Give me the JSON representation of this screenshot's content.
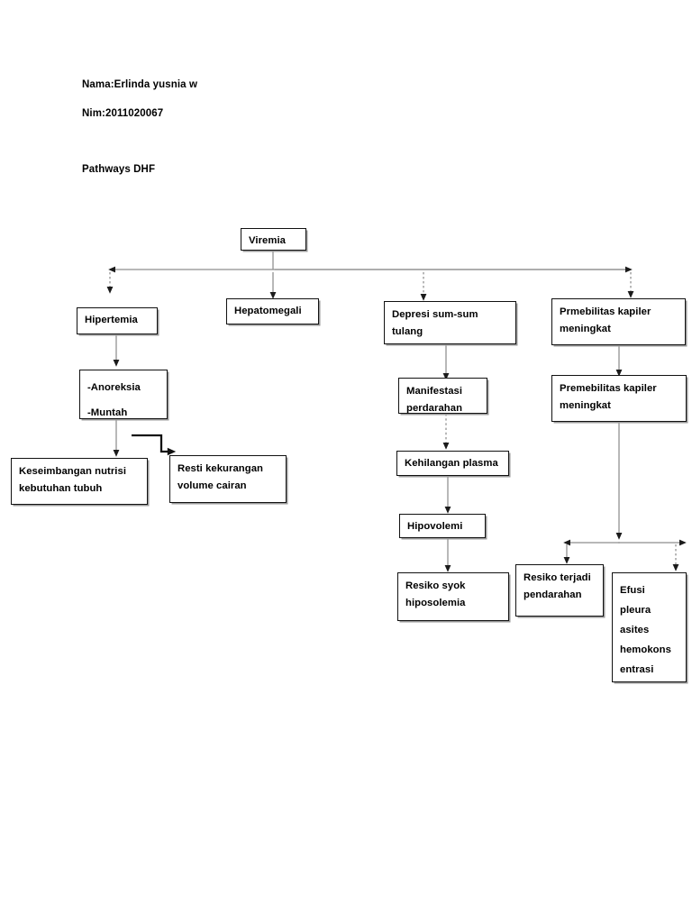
{
  "header": {
    "nama": "Nama:Erlinda yusnia w",
    "nim": "Nim:2011020067",
    "title": "Pathways DHF"
  },
  "chart_data": {
    "type": "diagram",
    "diagram_kind": "flowchart",
    "title": "Pathways DHF",
    "orientation": "top-down",
    "nodes": [
      {
        "id": "viremia",
        "label": "Viremia",
        "lines": [
          "Viremia"
        ]
      },
      {
        "id": "hipertemia",
        "label": "Hipertemia",
        "lines": [
          "Hipertemia"
        ]
      },
      {
        "id": "hepatomegali",
        "label": "Hepatomegali",
        "lines": [
          "Hepatomegali"
        ]
      },
      {
        "id": "depresi",
        "label": "Depresi sum-sum tulang",
        "lines": [
          "Depresi sum-sum",
          "tulang"
        ]
      },
      {
        "id": "prmebilitas",
        "label": "Prmebilitas kapiler meningkat",
        "lines": [
          "Prmebilitas kapiler",
          "meningkat"
        ]
      },
      {
        "id": "anoreksia",
        "label": "-Anoreksia -Muntah",
        "lines": [
          "-Anoreksia",
          "-Muntah"
        ]
      },
      {
        "id": "manifestasi",
        "label": "Manifestasi perdarahan",
        "lines": [
          "Manifestasi",
          "perdarahan"
        ]
      },
      {
        "id": "premebilitas",
        "label": "Premebilitas kapiler meningkat",
        "lines": [
          "Premebilitas kapiler",
          "meningkat"
        ]
      },
      {
        "id": "keseimbangan",
        "label": "Keseimbangan nutrisi kebutuhan tubuh",
        "lines": [
          "Keseimbangan nutrisi",
          "kebutuhan tubuh"
        ]
      },
      {
        "id": "resti",
        "label": "Resti kekurangan volume cairan",
        "lines": [
          "Resti kekurangan",
          "volume cairan"
        ]
      },
      {
        "id": "kehilangan",
        "label": "Kehilangan plasma",
        "lines": [
          "Kehilangan plasma"
        ]
      },
      {
        "id": "hipovolemi",
        "label": "Hipovolemi",
        "lines": [
          "Hipovolemi"
        ]
      },
      {
        "id": "resiko_syok",
        "label": "Resiko syok hiposolemia",
        "lines": [
          "Resiko syok",
          "hiposolemia"
        ]
      },
      {
        "id": "resiko_terjadi",
        "label": "Resiko terjadi pendarahan",
        "lines": [
          "Resiko terjadi",
          "pendarahan"
        ]
      },
      {
        "id": "efusi",
        "label": "Efusi pleura asites hemokons entrasi",
        "lines": [
          "Efusi",
          "pleura",
          "asites",
          "hemokons",
          "entrasi"
        ]
      }
    ],
    "edges": [
      {
        "from": "viremia",
        "to": "distribution-bus",
        "style": "solid-thin"
      },
      {
        "from": "distribution-bus",
        "to": "hipertemia",
        "style": "dashed"
      },
      {
        "from": "distribution-bus",
        "to": "hepatomegali",
        "style": "solid-thin"
      },
      {
        "from": "distribution-bus",
        "to": "depresi",
        "style": "dashed"
      },
      {
        "from": "distribution-bus",
        "to": "prmebilitas",
        "style": "dashed"
      },
      {
        "from": "hipertemia",
        "to": "anoreksia",
        "style": "solid-thin"
      },
      {
        "from": "anoreksia",
        "to": "keseimbangan",
        "style": "solid-thin"
      },
      {
        "from": "anoreksia",
        "to": "resti",
        "style": "elbow-thick"
      },
      {
        "from": "depresi",
        "to": "manifestasi",
        "style": "solid-thin"
      },
      {
        "from": "manifestasi",
        "to": "kehilangan",
        "style": "dashed"
      },
      {
        "from": "kehilangan",
        "to": "hipovolemi",
        "style": "solid-thin"
      },
      {
        "from": "hipovolemi",
        "to": "resiko_syok",
        "style": "solid-thin"
      },
      {
        "from": "prmebilitas",
        "to": "premebilitas",
        "style": "solid-thin"
      },
      {
        "from": "premebilitas",
        "to": "split-bus",
        "style": "solid-thin"
      },
      {
        "from": "split-bus",
        "to": "resiko_terjadi",
        "style": "solid-thin"
      },
      {
        "from": "split-bus",
        "to": "efusi",
        "style": "dashed"
      }
    ],
    "colors": {
      "box_border": "#111111",
      "box_fill": "#ffffff",
      "connector": "#8a8a8a",
      "connector_thick": "#1a1a1a",
      "text": "#000000"
    }
  }
}
